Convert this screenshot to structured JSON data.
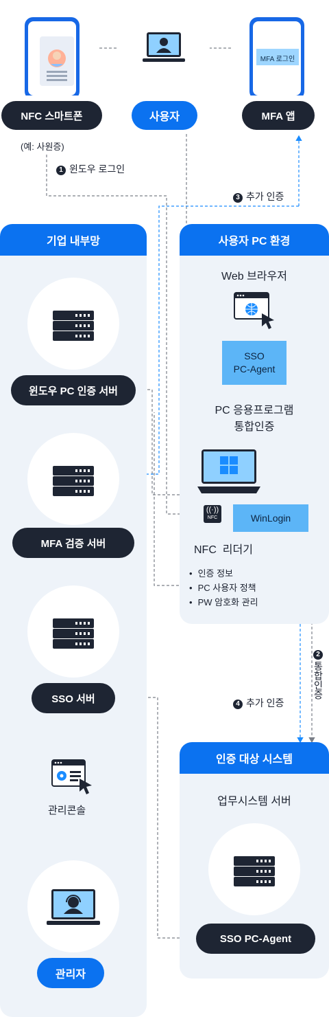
{
  "top": {
    "nfc_phone_label": "NFC 스마트폰",
    "user_label": "사용자",
    "mfa_app_label": "MFA 앱",
    "mfa_screen_text": "MFA 로그인",
    "example_note": "(예: 사원증)"
  },
  "steps": {
    "step1": {
      "num": "1",
      "text": "윈도우 로그인"
    },
    "step2": {
      "num": "2",
      "text": "통합인증"
    },
    "step3": {
      "num": "3",
      "text": "추가 인증"
    },
    "step4": {
      "num": "4",
      "text": "추가 인증"
    }
  },
  "enterprise": {
    "title": "기업 내부망",
    "windows_server": "윈도우 PC 인증 서버",
    "mfa_server": "MFA 검증 서버",
    "sso_server": "SSO 서버",
    "admin_console": "관리콘솔",
    "admin": "관리자"
  },
  "user_pc": {
    "title": "사용자 PC 환경",
    "web_browser": "Web 브라우저",
    "sso_agent_line1": "SSO",
    "sso_agent_line2": "PC-Agent",
    "pc_app_line1": "PC 응용프로그램",
    "pc_app_line2": "통합인증",
    "winlogin": "WinLogin",
    "nfc_badge": "NFC",
    "nfc_reader": "NFC  리더기",
    "features": [
      "인증 정보",
      "PC 사용자 정책",
      "PW 암호화 관리"
    ]
  },
  "target": {
    "title": "인증 대상 시스템",
    "business_server": "업무시스템 서버",
    "sso_agent": "SSO PC-Agent"
  },
  "colors": {
    "accent_blue": "#0b72f0",
    "dark_pill": "#1e2533",
    "light_blue_box": "#5cb5f7",
    "panel_bg": "#eef3f9"
  }
}
